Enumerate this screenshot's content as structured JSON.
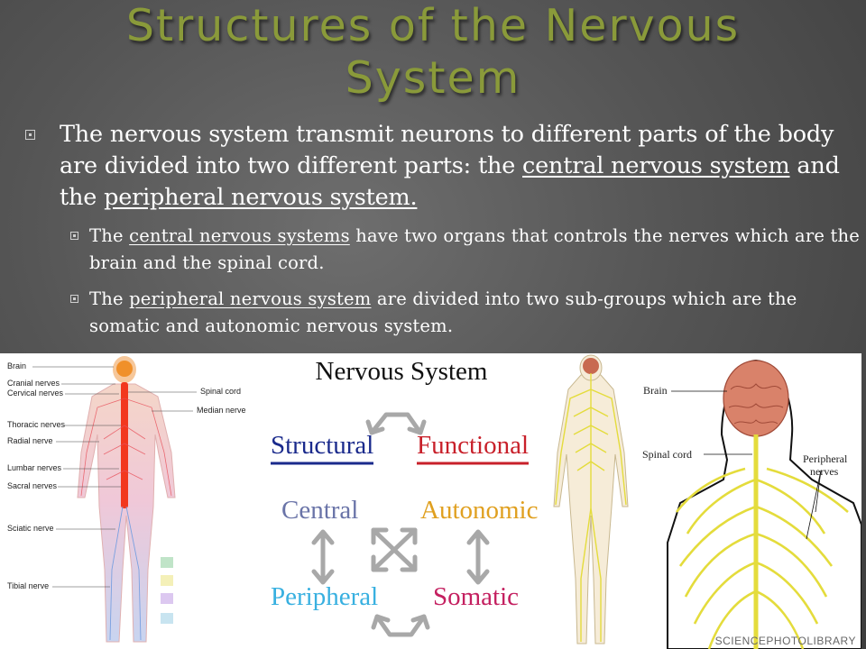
{
  "slide": {
    "title_line1": "Structures of the Nervous",
    "title_line2": "System",
    "bullet1": {
      "text_a": "The nervous system transmit neurons to different parts of the body are divided into two different parts: the ",
      "link_a": "central nervous system",
      "text_b": " and the ",
      "link_b": "peripheral nervous system."
    },
    "sub1": {
      "text_a": "The ",
      "link": "central nervous systems",
      "text_b": " have two organs that controls the nerves which are the brain and the spinal cord."
    },
    "sub2": {
      "text_a": "The ",
      "link": "peripheral nervous system",
      "text_b": " are divided into two sub-groups which are the somatic and autonomic nervous system."
    }
  },
  "diagram_body": {
    "labels_left": [
      "Brain",
      "Cranial nerves",
      "Cervical nerves",
      "Thoracic nerves",
      "Radial nerve",
      "Lumbar nerves",
      "Sacral nerves",
      "Sciatic nerve",
      "Tibial nerve"
    ],
    "labels_right": [
      "Spinal cord",
      "Median nerve"
    ]
  },
  "diagram_chart": {
    "title": "Nervous System",
    "structural": "Structural",
    "functional": "Functional",
    "central": "Central",
    "autonomic": "Autonomic",
    "peripheral": "Peripheral",
    "somatic": "Somatic",
    "colors": {
      "structural": "#1a2a8c",
      "functional": "#c8202a",
      "central": "#6a74a8",
      "autonomic": "#e0a020",
      "peripheral": "#38b0e0",
      "somatic": "#c42060",
      "arrow": "#a8a8a8"
    }
  },
  "diagram_torso": {
    "brain": "Brain",
    "spinal_cord": "Spinal cord",
    "peripheral": "Peripheral",
    "nerves": "nerves",
    "watermark": "SCIENCEPHOTOLIBRARY"
  },
  "colors": {
    "title": "#8a9a3a",
    "nerve": "#e4dc3c",
    "brain": "#d9826a"
  }
}
